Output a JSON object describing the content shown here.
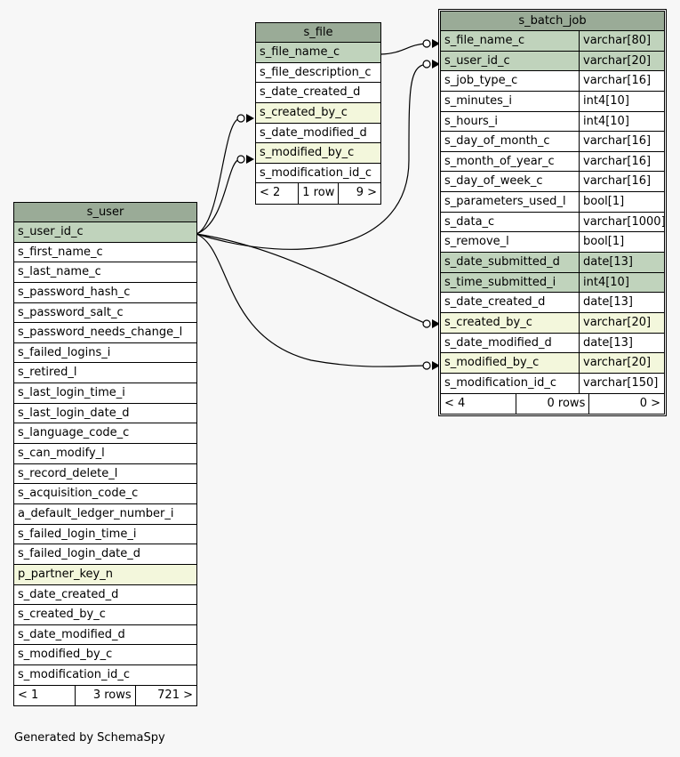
{
  "s_file": {
    "title": "s_file",
    "columns": [
      {
        "name": "s_file_name_c",
        "kind": "pk"
      },
      {
        "name": "s_file_description_c",
        "kind": ""
      },
      {
        "name": "s_date_created_d",
        "kind": ""
      },
      {
        "name": "s_created_by_c",
        "kind": "fk"
      },
      {
        "name": "s_date_modified_d",
        "kind": ""
      },
      {
        "name": "s_modified_by_c",
        "kind": "fk"
      },
      {
        "name": "s_modification_id_c",
        "kind": ""
      }
    ],
    "footer": {
      "left": "< 2",
      "mid": "1 row",
      "right": "9 >"
    }
  },
  "s_batch_job": {
    "title": "s_batch_job",
    "columns": [
      {
        "name": "s_file_name_c",
        "type": "varchar[80]",
        "kind": "pk"
      },
      {
        "name": "s_user_id_c",
        "type": "varchar[20]",
        "kind": "pk"
      },
      {
        "name": "s_job_type_c",
        "type": "varchar[16]",
        "kind": ""
      },
      {
        "name": "s_minutes_i",
        "type": "int4[10]",
        "kind": ""
      },
      {
        "name": "s_hours_i",
        "type": "int4[10]",
        "kind": ""
      },
      {
        "name": "s_day_of_month_c",
        "type": "varchar[16]",
        "kind": ""
      },
      {
        "name": "s_month_of_year_c",
        "type": "varchar[16]",
        "kind": ""
      },
      {
        "name": "s_day_of_week_c",
        "type": "varchar[16]",
        "kind": ""
      },
      {
        "name": "s_parameters_used_l",
        "type": "bool[1]",
        "kind": ""
      },
      {
        "name": "s_data_c",
        "type": "varchar[1000]",
        "kind": ""
      },
      {
        "name": "s_remove_l",
        "type": "bool[1]",
        "kind": ""
      },
      {
        "name": "s_date_submitted_d",
        "type": "date[13]",
        "kind": "pk"
      },
      {
        "name": "s_time_submitted_i",
        "type": "int4[10]",
        "kind": "pk"
      },
      {
        "name": "s_date_created_d",
        "type": "date[13]",
        "kind": ""
      },
      {
        "name": "s_created_by_c",
        "type": "varchar[20]",
        "kind": "fk"
      },
      {
        "name": "s_date_modified_d",
        "type": "date[13]",
        "kind": ""
      },
      {
        "name": "s_modified_by_c",
        "type": "varchar[20]",
        "kind": "fk"
      },
      {
        "name": "s_modification_id_c",
        "type": "varchar[150]",
        "kind": ""
      }
    ],
    "footer": {
      "left": "< 4",
      "mid": "0 rows",
      "right": "0 >"
    }
  },
  "s_user": {
    "title": "s_user",
    "columns": [
      {
        "name": "s_user_id_c",
        "kind": "pk"
      },
      {
        "name": "s_first_name_c",
        "kind": ""
      },
      {
        "name": "s_last_name_c",
        "kind": ""
      },
      {
        "name": "s_password_hash_c",
        "kind": ""
      },
      {
        "name": "s_password_salt_c",
        "kind": ""
      },
      {
        "name": "s_password_needs_change_l",
        "kind": ""
      },
      {
        "name": "s_failed_logins_i",
        "kind": ""
      },
      {
        "name": "s_retired_l",
        "kind": ""
      },
      {
        "name": "s_last_login_time_i",
        "kind": ""
      },
      {
        "name": "s_last_login_date_d",
        "kind": ""
      },
      {
        "name": "s_language_code_c",
        "kind": ""
      },
      {
        "name": "s_can_modify_l",
        "kind": ""
      },
      {
        "name": "s_record_delete_l",
        "kind": ""
      },
      {
        "name": "s_acquisition_code_c",
        "kind": ""
      },
      {
        "name": "a_default_ledger_number_i",
        "kind": ""
      },
      {
        "name": "s_failed_login_time_i",
        "kind": ""
      },
      {
        "name": "s_failed_login_date_d",
        "kind": ""
      },
      {
        "name": "p_partner_key_n",
        "kind": "fk"
      },
      {
        "name": "s_date_created_d",
        "kind": ""
      },
      {
        "name": "s_created_by_c",
        "kind": ""
      },
      {
        "name": "s_date_modified_d",
        "kind": ""
      },
      {
        "name": "s_modified_by_c",
        "kind": ""
      },
      {
        "name": "s_modification_id_c",
        "kind": ""
      }
    ],
    "footer": {
      "left": "< 1",
      "mid": "3 rows",
      "right": "721 >"
    }
  },
  "generated_by": "Generated by SchemaSpy"
}
